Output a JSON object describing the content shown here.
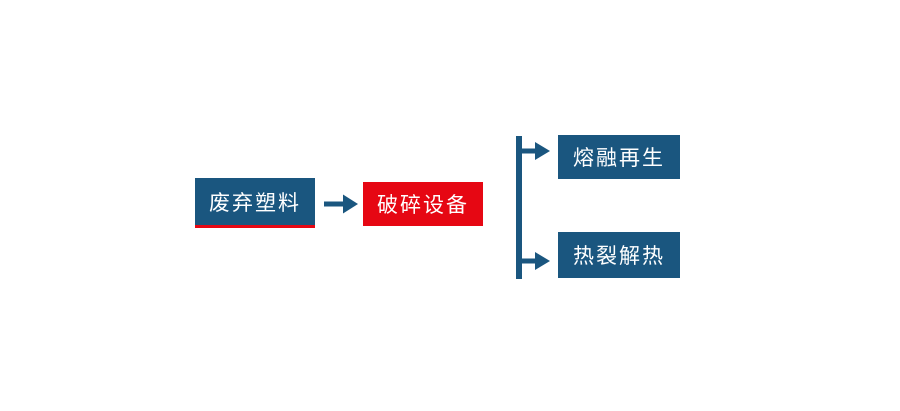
{
  "diagram": {
    "title": "waste-plastic-recycling-flow",
    "background_color": "#FFFFFF",
    "colors": {
      "primary_blue": "#1A567F",
      "accent_red": "#E60713",
      "node_text": "#FFFFFF"
    },
    "nodes": [
      {
        "id": "waste-plastic",
        "label": "废弃塑料",
        "fill": "#1A567F",
        "underline": "#E60713"
      },
      {
        "id": "crushing-equipment",
        "label": "破碎设备",
        "fill": "#E60713"
      },
      {
        "id": "melt-regeneration",
        "label": "熔融再生",
        "fill": "#1A567F"
      },
      {
        "id": "pyrolysis-heat",
        "label": "热裂解热",
        "fill": "#1A567F"
      }
    ],
    "connectors": [
      {
        "id": "main-arrow",
        "type": "arrow-right",
        "from": "waste-plastic",
        "to": "crushing-equipment",
        "color": "#1A567F"
      },
      {
        "id": "branch-line",
        "type": "vertical-line",
        "color": "#1A567F"
      },
      {
        "id": "branch-top",
        "type": "arrow-right",
        "from": "branch-line",
        "to": "melt-regeneration",
        "color": "#1A567F"
      },
      {
        "id": "branch-bottom",
        "type": "arrow-right",
        "from": "branch-line",
        "to": "pyrolysis-heat",
        "color": "#1A567F"
      }
    ],
    "icons": [
      {
        "name": "arrow-right-icon",
        "glyph": "→"
      }
    ]
  }
}
